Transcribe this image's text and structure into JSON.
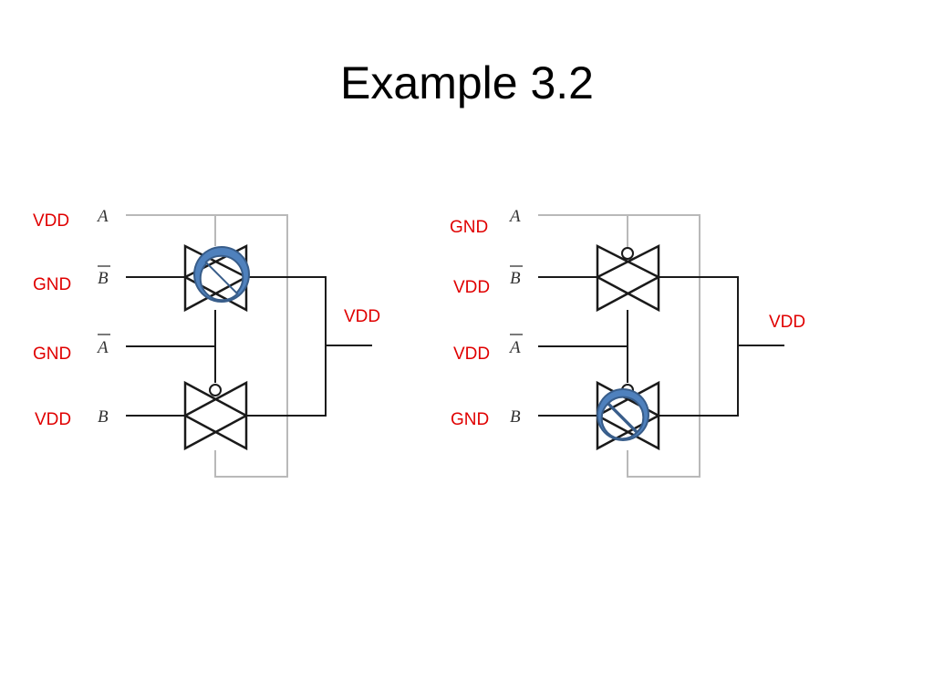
{
  "slide": {
    "title": "Example 3.2"
  },
  "colors": {
    "level_text": "#e00000",
    "no_symbol_fill": "#4f81bd"
  },
  "circuits": [
    {
      "inputs": [
        {
          "name": "A",
          "overbar": false,
          "level": "VDD"
        },
        {
          "name": "B",
          "overbar": true,
          "level": "GND"
        },
        {
          "name": "A",
          "overbar": true,
          "level": "GND"
        },
        {
          "name": "B",
          "overbar": false,
          "level": "VDD"
        }
      ],
      "output_level": "VDD",
      "blocked_gate": "top"
    },
    {
      "inputs": [
        {
          "name": "A",
          "overbar": false,
          "level": "GND"
        },
        {
          "name": "B",
          "overbar": true,
          "level": "VDD"
        },
        {
          "name": "A",
          "overbar": true,
          "level": "VDD"
        },
        {
          "name": "B",
          "overbar": false,
          "level": "GND"
        }
      ],
      "output_level": "VDD",
      "blocked_gate": "bottom"
    }
  ],
  "icons": {
    "blocked_gate": "no-entry-icon"
  }
}
